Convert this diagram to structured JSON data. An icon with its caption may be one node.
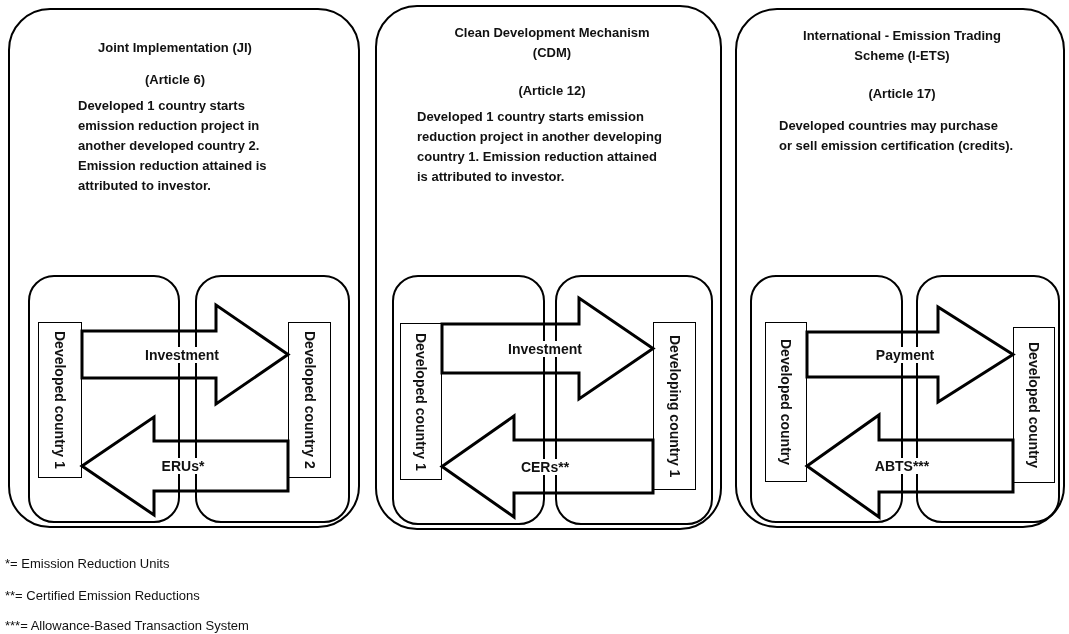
{
  "diagram": {
    "nodes": [
      {
        "text": [
          "Joint Implementation (JI)",
          "(Article 6)",
          "Developed 1 country starts emission reduction project in another developed country 2. Emission reduction attained is attributed to investor."
        ]
      },
      {
        "text": [],
        "shape": "box",
        "in": 0
      },
      {
        "text": [],
        "shape": "box",
        "in": 0
      },
      {
        "text": [
          "Developed country 1"
        ],
        "in": 1
      },
      {
        "text": [
          "Developed country 2"
        ],
        "in": 2
      },
      {
        "text": [
          "Clean Development Mechanism (CDM)",
          "(Article 12)",
          "Developed 1 country starts emission reduction project in another developing country 1.  Emission reduction attained is attributed to investor."
        ]
      },
      {
        "text": [],
        "shape": "box",
        "in": 5
      },
      {
        "text": [],
        "shape": "box",
        "in": 5
      },
      {
        "text": [
          "Developed country 1"
        ],
        "in": 6
      },
      {
        "text": [
          "Developing country 1"
        ],
        "in": 7
      },
      {
        "text": [
          "International - Emission Trading Scheme (I-ETS)",
          "(Article 17)",
          "Developed countries may purchase or sell emission certification (credits)."
        ]
      },
      {
        "text": [],
        "shape": "box",
        "in": 10
      },
      {
        "text": [],
        "shape": "box",
        "in": 10
      },
      {
        "text": [
          "Developed country"
        ],
        "in": 11
      },
      {
        "text": [
          "Developed country"
        ],
        "in": 12
      }
    ],
    "edges": [
      {
        "from": 3,
        "to": 4,
        "arrow": "to",
        "label": "Investment",
        "style": "thick"
      },
      {
        "from": 4,
        "to": 3,
        "arrow": "to",
        "label": "ERUs*",
        "style": "thick"
      },
      {
        "from": 8,
        "to": 9,
        "arrow": "to",
        "label": "Investment",
        "style": "thick"
      },
      {
        "from": 9,
        "to": 8,
        "arrow": "to",
        "label": "CERs**",
        "style": "thick"
      },
      {
        "from": 13,
        "to": 14,
        "arrow": "to",
        "label": "Payment",
        "style": "thick"
      },
      {
        "from": 14,
        "to": 13,
        "arrow": "to",
        "label": "ABTS***",
        "style": "thick"
      }
    ],
    "labels": [
      "*= Emission Reduction Units",
      "**= Certified Emission Reductions",
      "***= Allowance-Based Transaction System"
    ]
  }
}
